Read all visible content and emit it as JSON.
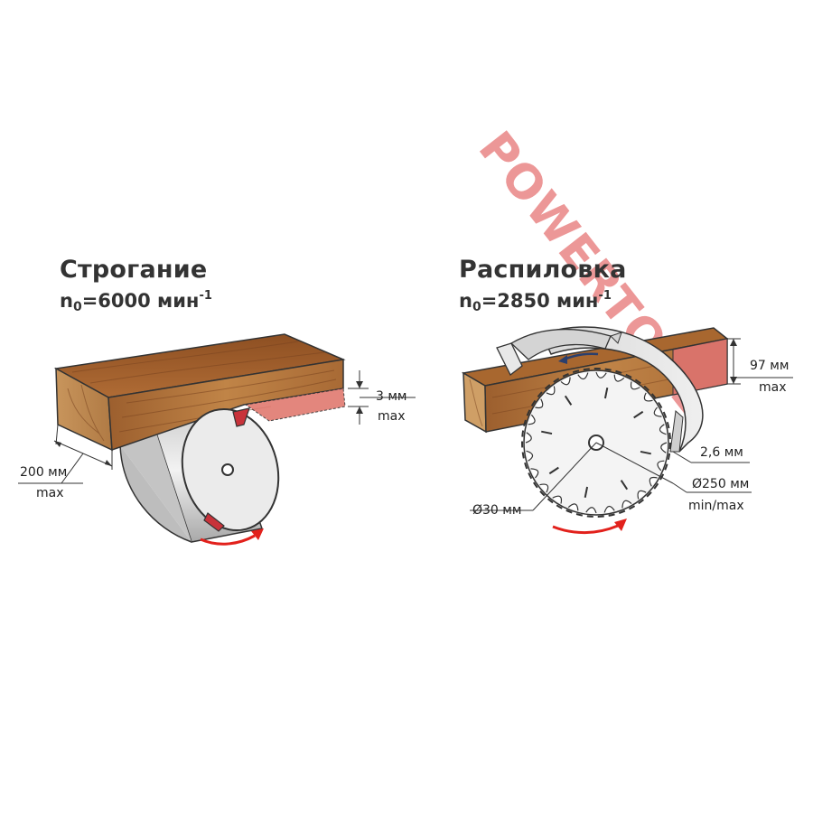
{
  "watermark": "POWERTOOL",
  "planing": {
    "title": "Строгание",
    "speed_prefix": "n",
    "speed_sub": "0",
    "speed_value": "=6000 мин",
    "speed_sup": "-1",
    "width_value": "200 мм",
    "width_note": "max",
    "depth_value": "3 мм",
    "depth_note": "max"
  },
  "sawing": {
    "title": "Распиловка",
    "speed_prefix": "n",
    "speed_sub": "0",
    "speed_value": "=2850 мин",
    "speed_sup": "-1",
    "height_value": "97 мм",
    "height_note": "max",
    "kerf_value": "2,6 мм",
    "diameter_value": "Ø250 мм",
    "diameter_note": "min/max",
    "bore_value": "Ø30 мм"
  },
  "colors": {
    "wood_front": "#b8773e",
    "wood_top": "#a05f2c",
    "cut_red": "#d9736a",
    "metal": "#dcdcdc",
    "arrow_red": "#e2211c"
  }
}
